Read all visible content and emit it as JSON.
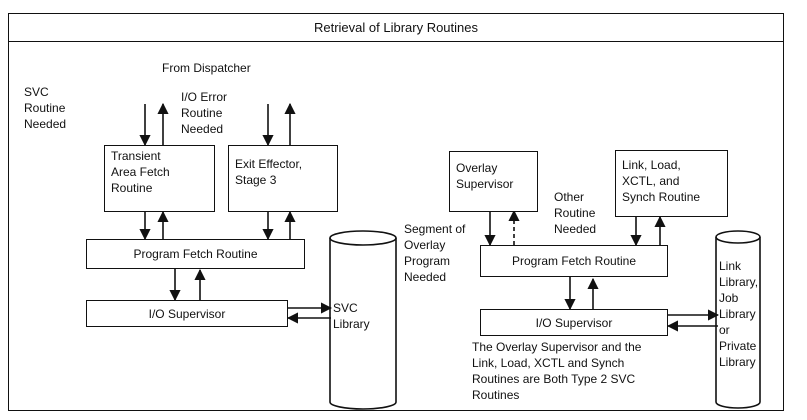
{
  "title": "Retrieval of Library Routines",
  "labels": {
    "from_dispatcher": "From Dispatcher",
    "svc_routine_needed": [
      "SVC",
      "Routine",
      "Needed"
    ],
    "io_error_routine_needed": [
      "I/O Error",
      "Routine",
      "Needed"
    ],
    "segment_needed": [
      "Segment of",
      "Overlay",
      "Program",
      "Needed"
    ],
    "other_routine_needed": [
      "Other",
      "Routine",
      "Needed"
    ],
    "note": [
      "The Overlay Supervisor and the",
      "Link, Load, XCTL and Synch",
      "Routines are Both Type 2 SVC",
      "Routines"
    ]
  },
  "left": {
    "transient_fetch": [
      "Transient",
      "Area Fetch",
      "Routine"
    ],
    "exit_effector": [
      "Exit Effector,",
      "Stage 3"
    ],
    "program_fetch": "Program Fetch Routine",
    "io_supervisor": "I/O Supervisor",
    "svc_library": [
      "SVC",
      "Library"
    ]
  },
  "right": {
    "overlay_supervisor": [
      "Overlay",
      "Supervisor"
    ],
    "link_load": [
      "Link, Load,",
      "XCTL, and",
      "Synch Routine"
    ],
    "program_fetch": "Program Fetch Routine",
    "io_supervisor": "I/O Supervisor",
    "library": [
      "Link",
      "Library,",
      "Job",
      "Library",
      "or",
      "Private",
      "Library"
    ]
  }
}
